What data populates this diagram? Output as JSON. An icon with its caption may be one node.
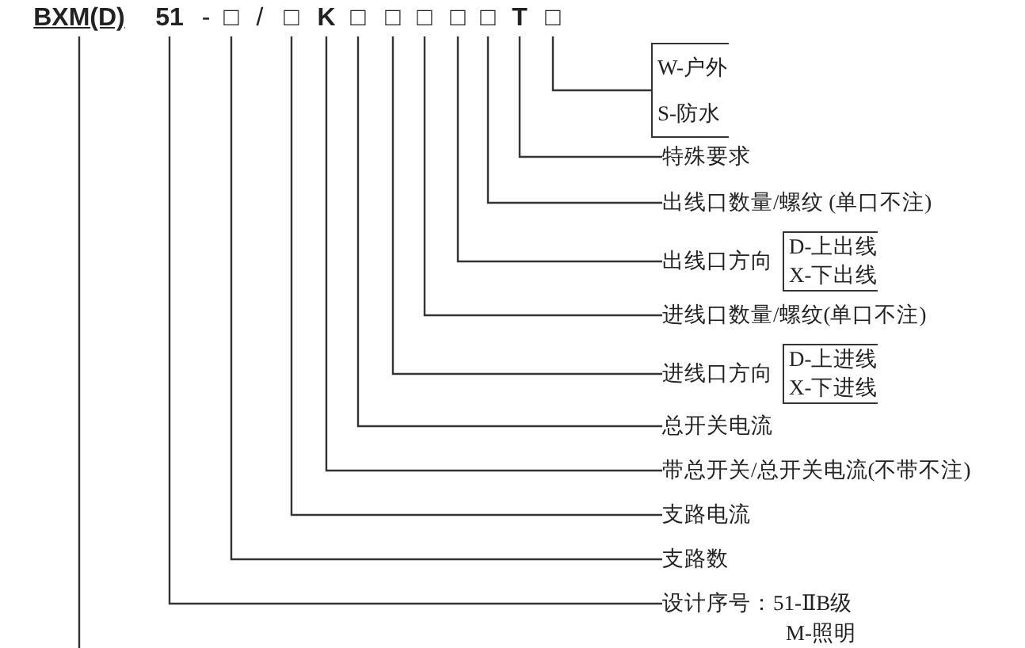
{
  "diagram": {
    "nodes": [
      {
        "text": [
          "BXM(D)"
        ]
      },
      {
        "text": [
          "51"
        ]
      },
      {
        "text": [
          "□"
        ]
      },
      {
        "text": [
          "□"
        ]
      },
      {
        "text": [
          "K"
        ]
      },
      {
        "text": [
          "□"
        ]
      },
      {
        "text": [
          "□"
        ]
      },
      {
        "text": [
          "□"
        ]
      },
      {
        "text": [
          "□"
        ]
      },
      {
        "text": [
          "□"
        ]
      },
      {
        "text": [
          "T"
        ]
      },
      {
        "text": [
          "□"
        ]
      },
      {
        "text": [
          "W-户外",
          "S-防水"
        ]
      },
      {
        "text": [
          "特殊要求"
        ]
      },
      {
        "text": [
          "出线口数量/螺纹 (单口不注)"
        ]
      },
      {
        "text": [
          "出线口方向",
          "D-上出线",
          "X-下出线"
        ]
      },
      {
        "text": [
          "进线口数量/螺纹(单口不注)"
        ]
      },
      {
        "text": [
          "进线口方向",
          "D-上进线",
          "X-下进线"
        ]
      },
      {
        "text": [
          "总开关电流"
        ]
      },
      {
        "text": [
          "带总开关/总开关电流(不带不注)"
        ]
      },
      {
        "text": [
          "支路电流"
        ]
      },
      {
        "text": [
          "支路数"
        ]
      },
      {
        "text": [
          "设计序号：51-ⅡB级"
        ]
      }
    ],
    "edges": [
      {
        "from": 11,
        "to": 12,
        "arrow": "none"
      },
      {
        "from": 10,
        "to": 13,
        "arrow": "none"
      },
      {
        "from": 9,
        "to": 14,
        "arrow": "none"
      },
      {
        "from": 8,
        "to": 15,
        "arrow": "none"
      },
      {
        "from": 7,
        "to": 16,
        "arrow": "none"
      },
      {
        "from": 6,
        "to": 17,
        "arrow": "none"
      },
      {
        "from": 5,
        "to": 18,
        "arrow": "none"
      },
      {
        "from": 4,
        "to": 19,
        "arrow": "none"
      },
      {
        "from": 3,
        "to": 20,
        "arrow": "none"
      },
      {
        "from": 2,
        "to": 21,
        "arrow": "none"
      },
      {
        "from": 1,
        "to": 22,
        "arrow": "none"
      },
      {
        "from": 0,
        "to": null,
        "arrow": "none"
      }
    ],
    "labels": [
      "-",
      "/",
      "M-照明"
    ]
  }
}
